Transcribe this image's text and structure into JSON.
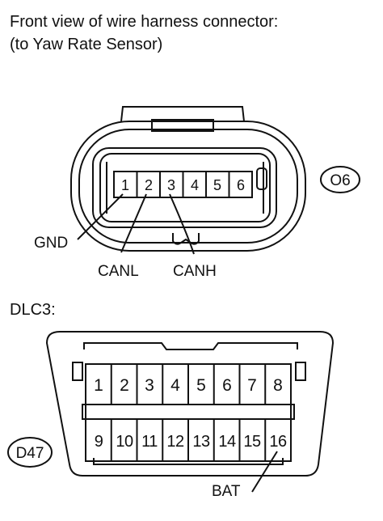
{
  "connector1": {
    "title_line1": "Front view of wire harness connector:",
    "title_line2": "(to Yaw Rate Sensor)",
    "id_badge": "O6",
    "pins": [
      "1",
      "2",
      "3",
      "4",
      "5",
      "6"
    ],
    "labels": {
      "gnd": "GND",
      "canl": "CANL",
      "canh": "CANH"
    }
  },
  "connector2": {
    "title": "DLC3:",
    "id_badge": "D47",
    "top_pins": [
      "1",
      "2",
      "3",
      "4",
      "5",
      "6",
      "7",
      "8"
    ],
    "bottom_pins": [
      "9",
      "10",
      "11",
      "12",
      "13",
      "14",
      "15",
      "16"
    ],
    "labels": {
      "bat": "BAT"
    }
  }
}
